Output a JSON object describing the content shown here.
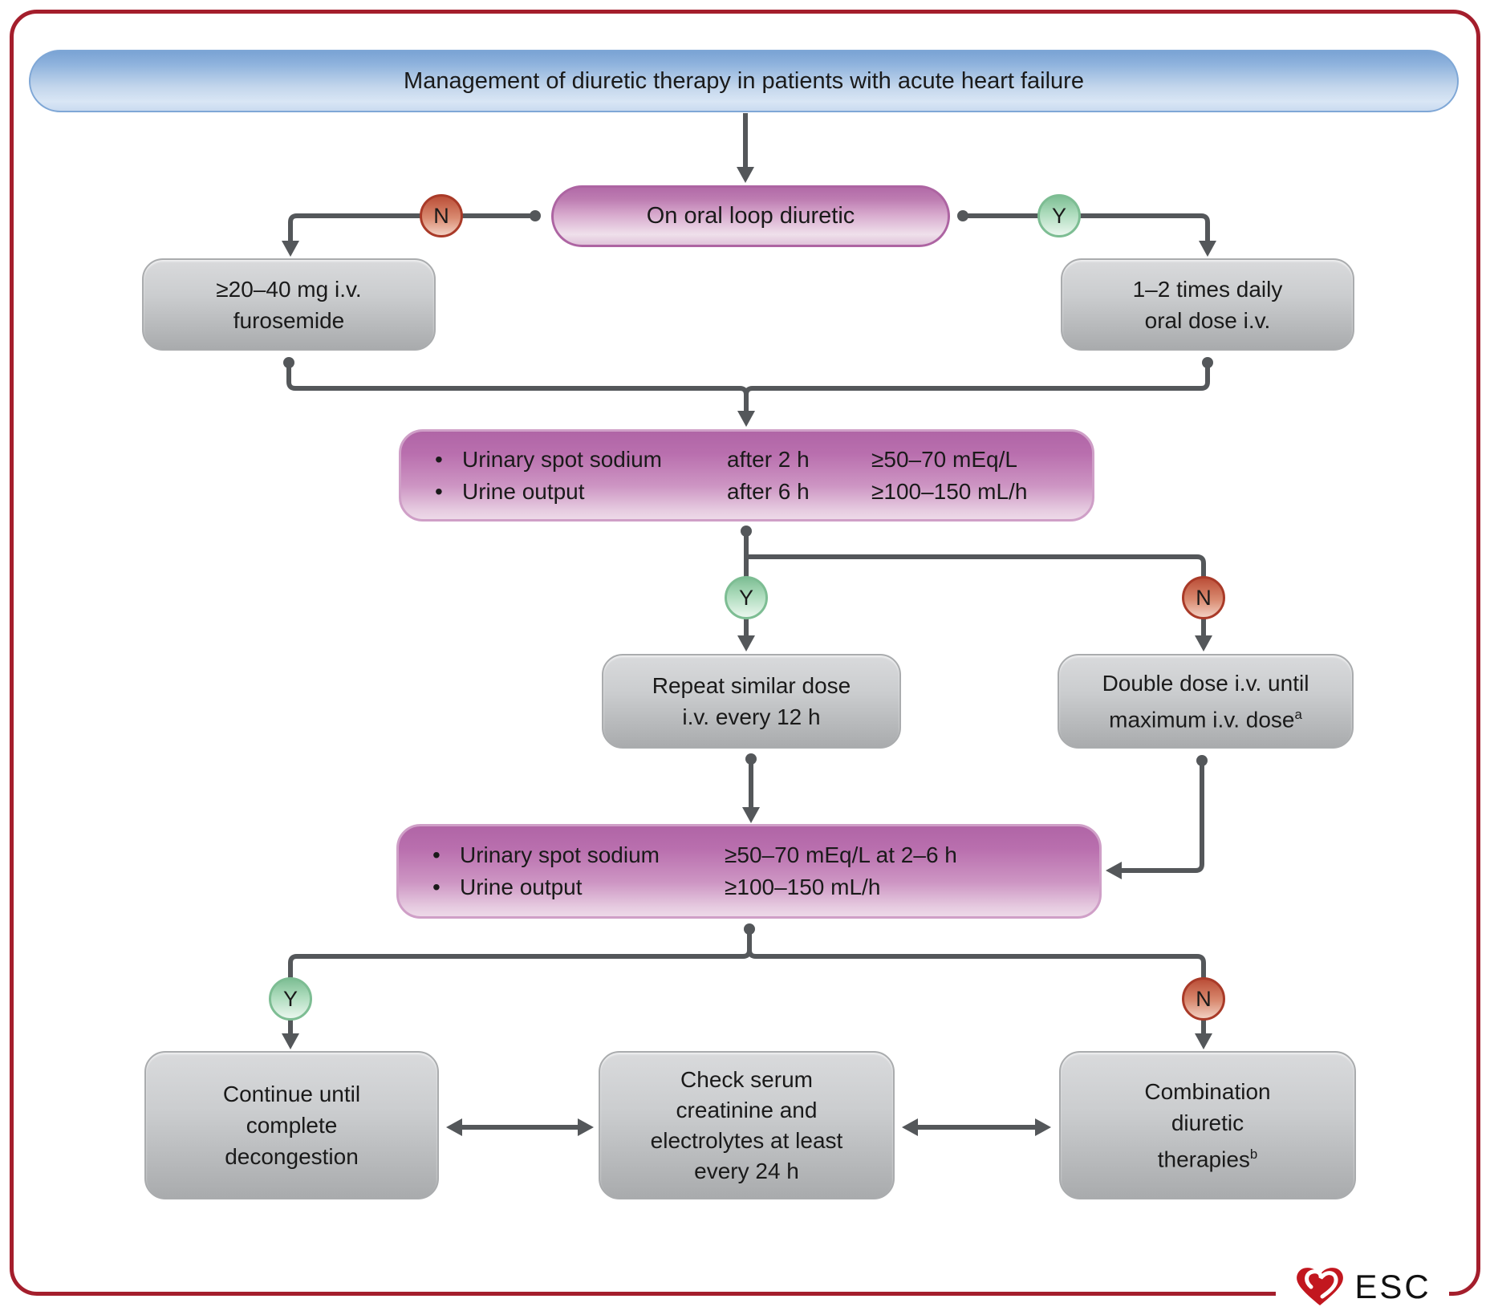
{
  "title": "Management of diuretic therapy in patients with acute heart failure",
  "bullet": "•",
  "decisions": {
    "yes": "Y",
    "no": "N"
  },
  "nodes": {
    "start": {
      "label": "On oral loop diuretic"
    },
    "iv_furosemide": {
      "line1": "≥20–40 mg i.v.",
      "line2": "furosemide"
    },
    "oral_dose_iv": {
      "line1": "1–2 times daily",
      "line2": "oral dose i.v."
    },
    "assess_initial": {
      "rows": [
        {
          "label": "Urinary spot sodium",
          "time": "after 2 h",
          "value": "≥50–70 mEq/L"
        },
        {
          "label": "Urine output",
          "time": "after 6 h",
          "value": "≥100–150 mL/h"
        }
      ]
    },
    "repeat_dose": {
      "line1": "Repeat similar dose",
      "line2": "i.v. every 12 h"
    },
    "double_dose": {
      "line1": "Double dose i.v. until",
      "line2": "maximum i.v. dose",
      "sup": "a"
    },
    "assess_followup": {
      "rows": [
        {
          "label": "Urinary spot sodium",
          "value": "≥50–70 mEq/L at 2–6 h"
        },
        {
          "label": "Urine output",
          "value": "≥100–150 mL/h"
        }
      ]
    },
    "continue_decongestion": {
      "line1": "Continue until",
      "line2": "complete",
      "line3": "decongestion"
    },
    "check_serum": {
      "line1": "Check serum",
      "line2": "creatinine and",
      "line3": "electrolytes at least",
      "line4": "every 24 h"
    },
    "combination_therapies": {
      "line1": "Combination",
      "line2": "diuretic",
      "line3": "therapies",
      "sup": "b"
    }
  },
  "logo": {
    "text": "ESC"
  },
  "colors": {
    "frame_red": "#a41e2c",
    "header_blue": "#8fb3dd",
    "node_pink": "#b96fae",
    "node_gray": "#c0c2c4",
    "yes_green": "#7fbf95",
    "no_red": "#bb4f38",
    "wire_gray": "#54575a",
    "heart_red": "#c2171f"
  }
}
